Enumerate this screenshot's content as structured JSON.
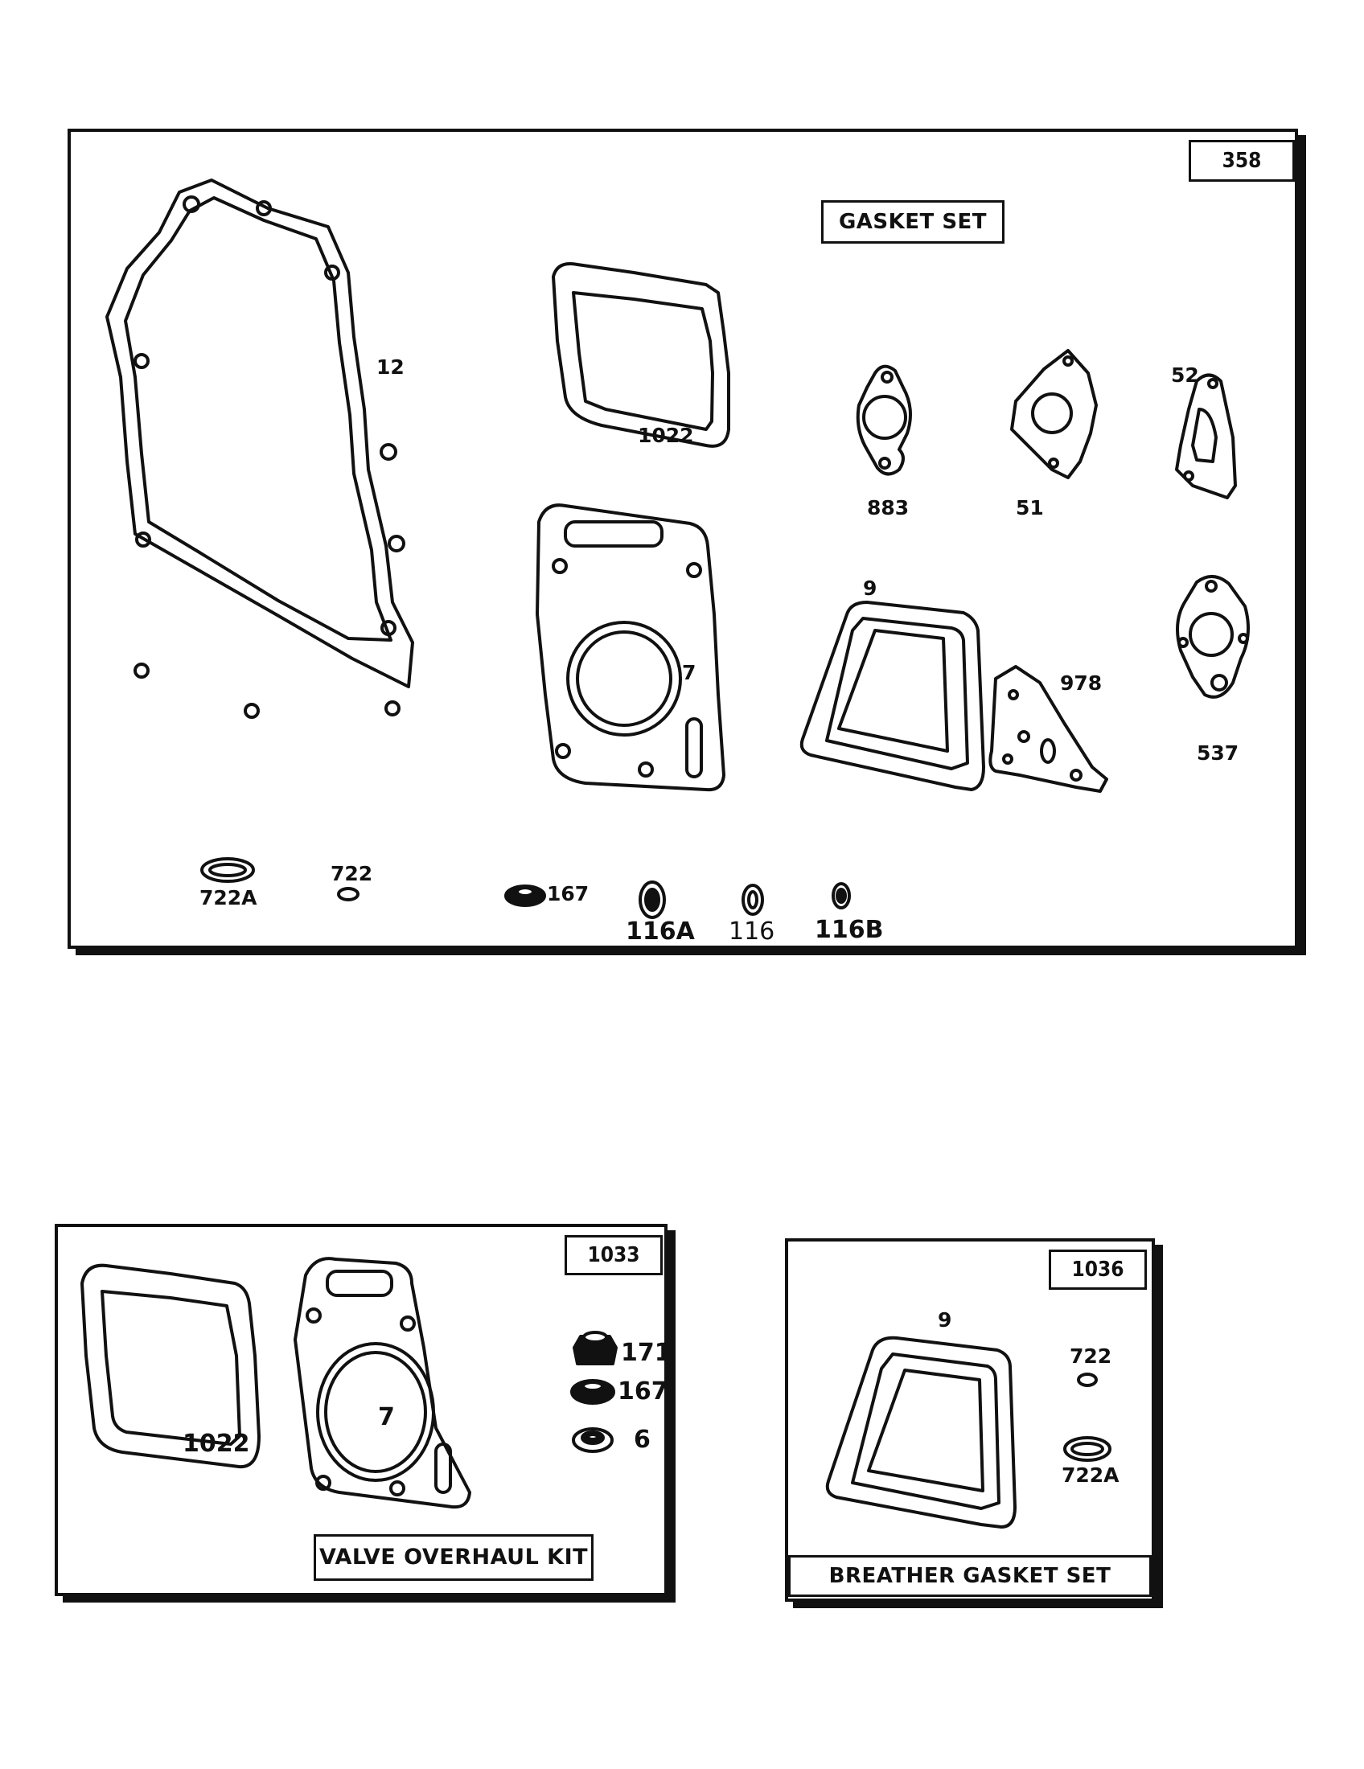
{
  "panels": {
    "gasket_set": {
      "number": "358",
      "title": "GASKET SET",
      "labels": {
        "p12": "12",
        "p1022": "1022",
        "p883": "883",
        "p51": "51",
        "p52": "52",
        "p7": "7",
        "p9": "9",
        "p978": "978",
        "p537": "537",
        "p722A": "722A",
        "p722": "722",
        "p167": "167",
        "p116A": "116A",
        "p116": "116",
        "p116B": "116B"
      }
    },
    "valve_overhaul_kit": {
      "number": "1033",
      "title": "VALVE OVERHAUL KIT",
      "labels": {
        "p1022": "1022",
        "p7": "7",
        "p171": "171",
        "p167": "167",
        "p6": "6"
      }
    },
    "breather_gasket_set": {
      "number": "1036",
      "title": "BREATHER GASKET SET",
      "labels": {
        "p9": "9",
        "p722": "722",
        "p722A": "722A"
      }
    }
  }
}
